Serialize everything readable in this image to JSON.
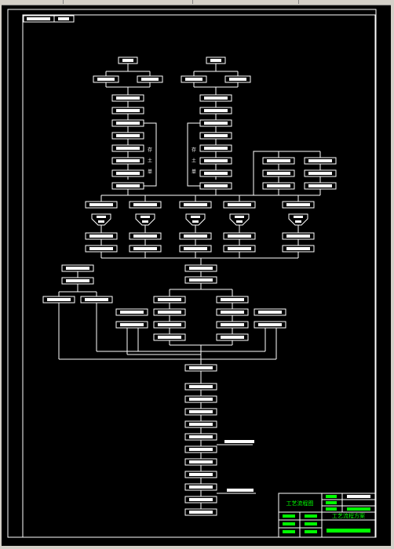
{
  "window": {
    "background": "#000000",
    "chrome": "#d4d0c8"
  },
  "drawing": {
    "line_color": "#ffffff",
    "accent_color": "#00ff00",
    "side_annotation_left": [
      "存",
      "土",
      "单"
    ],
    "side_annotation_right": [
      "存",
      "土",
      "单"
    ]
  },
  "title_block": {
    "drawing_title": "工艺流程图",
    "subtitle": "工艺流程方案"
  }
}
